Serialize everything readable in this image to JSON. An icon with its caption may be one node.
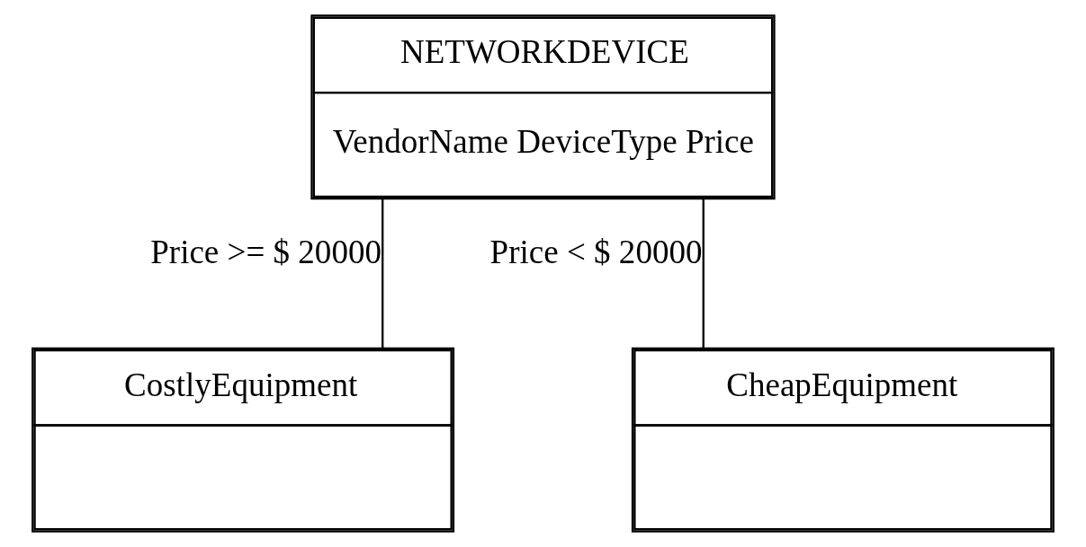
{
  "diagram": {
    "nodes": [
      {
        "text": [
          "NETWORKDEVICE",
          "VendorName DeviceType Price"
        ]
      },
      {
        "text": [
          "CostlyEquipment"
        ]
      },
      {
        "text": [
          "CheapEquipment"
        ]
      }
    ],
    "edges": [
      {
        "from": 0,
        "to": 1,
        "arrow": "none",
        "label": "Price >= $ 20000"
      },
      {
        "from": 0,
        "to": 2,
        "arrow": "none",
        "label": "Price < $ 20000"
      }
    ]
  }
}
